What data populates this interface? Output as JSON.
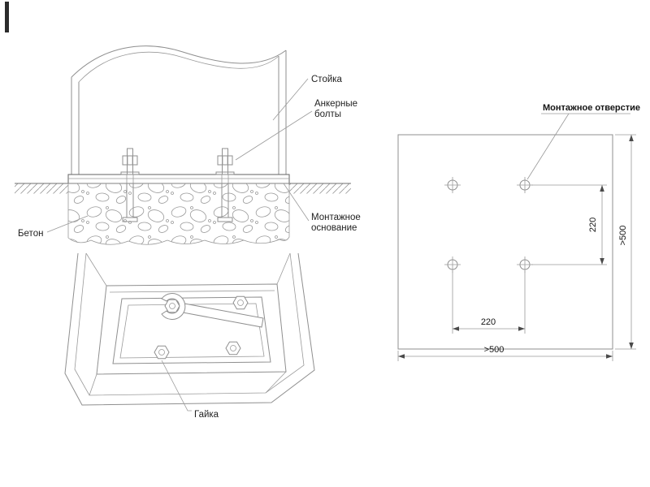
{
  "section_view": {
    "labels": {
      "post": "Стойка",
      "anchor_bolts_line1": "Анкерные",
      "anchor_bolts_line2": "болты",
      "concrete": "Бетон",
      "mounting_base_line1": "Монтажное",
      "mounting_base_line2": "основание"
    }
  },
  "bottom_view": {
    "labels": {
      "nut": "Гайка"
    }
  },
  "plan_view": {
    "label_mounting_hole": "Монтажное отверстие",
    "dims": {
      "hole_spacing_vertical": "220",
      "hole_spacing_horizontal": "220",
      "plate_height": ">500",
      "plate_width": ">500"
    }
  }
}
